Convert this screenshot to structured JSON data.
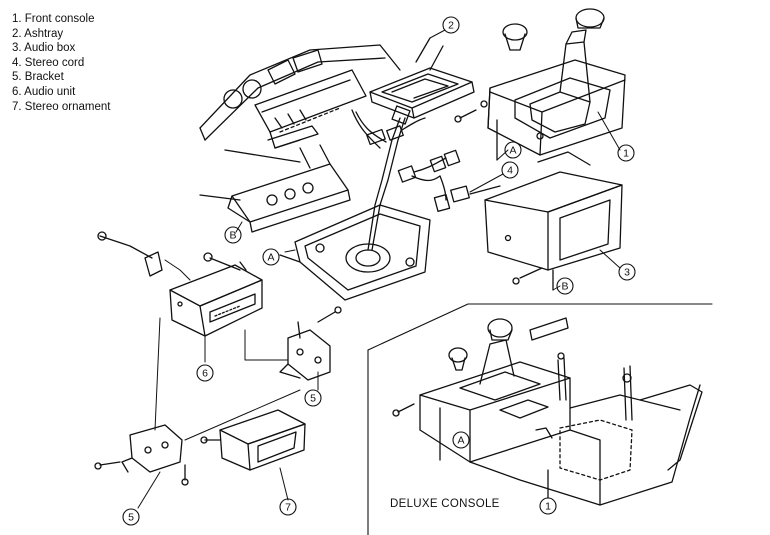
{
  "legend": {
    "items": [
      "1. Front console",
      "2. Ashtray",
      "3. Audio box",
      "4. Stereo cord",
      "5. Bracket",
      "6. Audio unit",
      "7. Stereo ornament"
    ]
  },
  "callouts": {
    "front_console": "1",
    "ashtray": "2",
    "audio_box": "3",
    "stereo_cord": "4",
    "bracket": "5",
    "audio_unit": "6",
    "stereo_ornament": "7",
    "ref_a": "A",
    "ref_b": "B"
  },
  "inset": {
    "label": "DELUXE CONSOLE"
  }
}
